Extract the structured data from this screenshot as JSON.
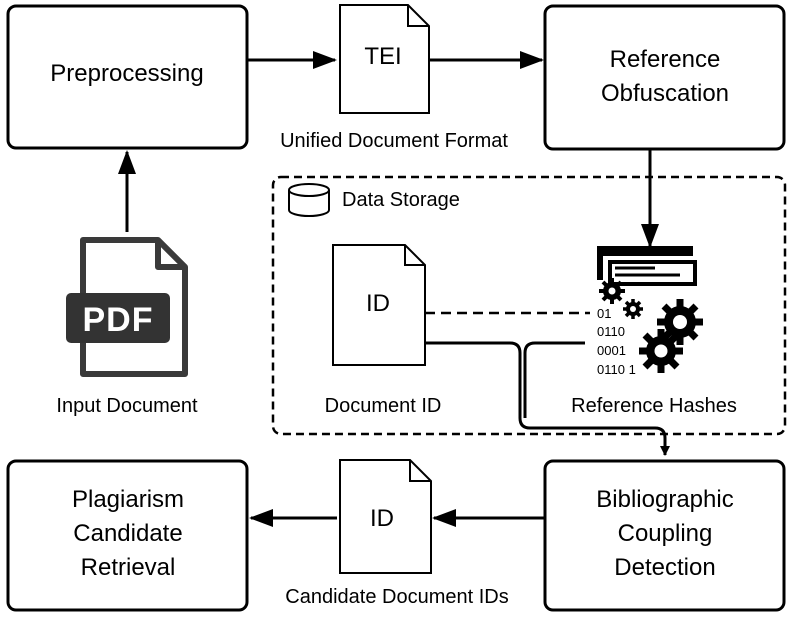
{
  "boxes": {
    "preprocessing": "Preprocessing",
    "reference_obfuscation": [
      "Reference",
      "Obfuscation"
    ],
    "bibliographic_coupling": [
      "Bibliographic",
      "Coupling",
      "Detection"
    ],
    "plagiarism_retrieval": [
      "Plagiarism",
      "Candidate",
      "Retrieval"
    ]
  },
  "documents": {
    "tei": "TEI",
    "id_storage": "ID",
    "id_candidates": "ID",
    "pdf": "PDF"
  },
  "labels": {
    "unified_format": "Unified Document Format",
    "data_storage": "Data Storage",
    "document_id": "Document ID",
    "reference_hashes": "Reference Hashes",
    "input_document": "Input Document",
    "candidate_ids": "Candidate Document IDs"
  },
  "binary_lines": [
    "01",
    "0110",
    "0001",
    "0110 1"
  ],
  "icons": [
    "database-icon",
    "document-icon",
    "pdf-file-icon",
    "gear-icon"
  ]
}
